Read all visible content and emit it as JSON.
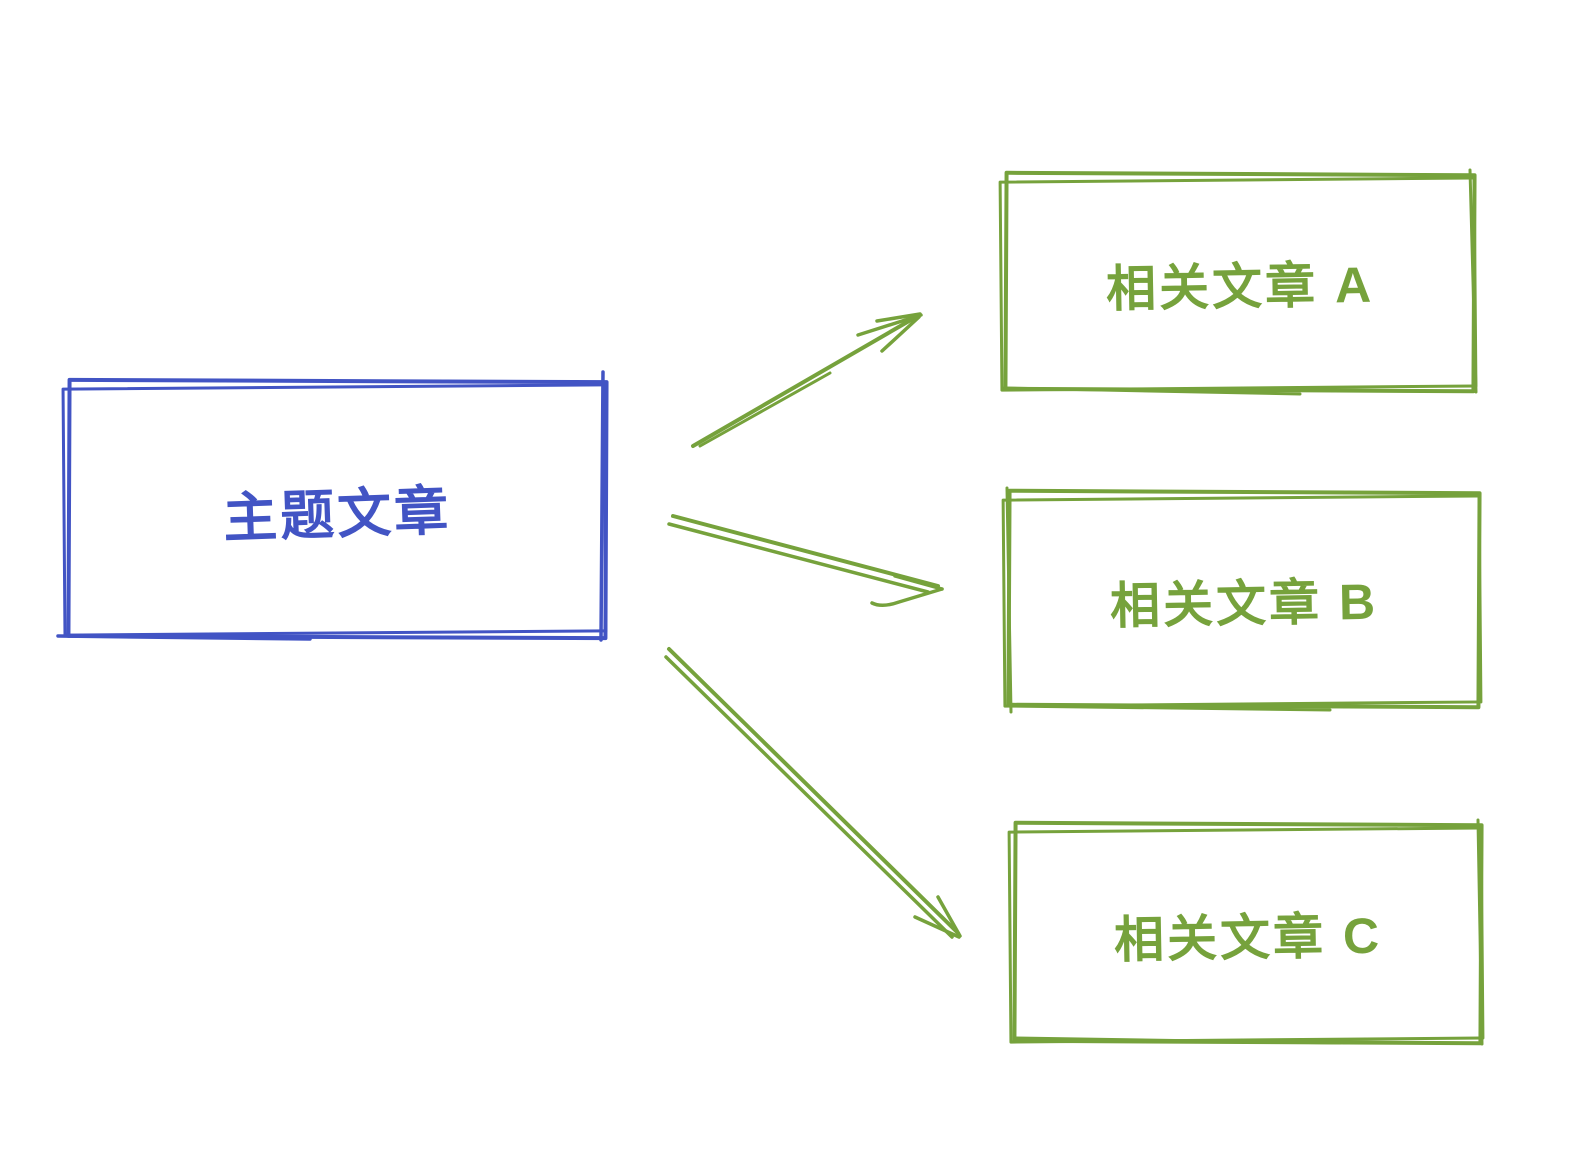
{
  "colors": {
    "source-blue": "#4254c4",
    "related-green": "#76a23c",
    "bg": "#ffffff"
  },
  "nodes": {
    "source": {
      "label": "主题文章"
    },
    "targets": [
      {
        "id": "A",
        "label": "相关文章 A"
      },
      {
        "id": "B",
        "label": "相关文章 B"
      },
      {
        "id": "C",
        "label": "相关文章 C"
      }
    ]
  },
  "edges": [
    {
      "from": "source",
      "to": "related-article-a"
    },
    {
      "from": "source",
      "to": "related-article-b"
    },
    {
      "from": "source",
      "to": "related-article-c"
    }
  ]
}
